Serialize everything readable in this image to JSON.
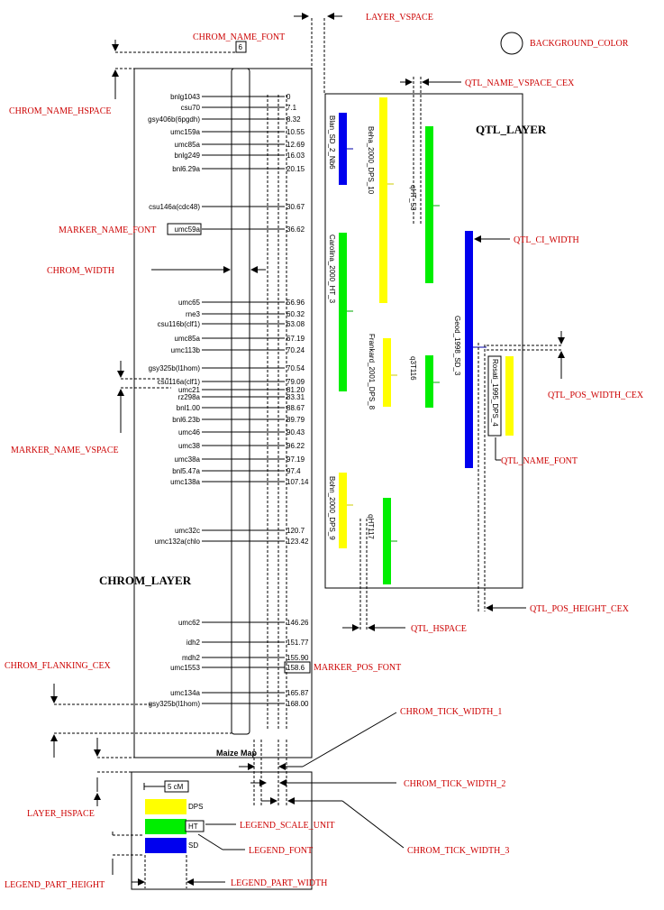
{
  "title": "Maize Map",
  "layers": {
    "chrom_layer": "CHROM_LAYER",
    "qtl_layer": "QTL_LAYER"
  },
  "chrom_name": "6",
  "markers": [
    {
      "name": "bnlg1043",
      "pos": "0"
    },
    {
      "name": "csu70",
      "pos": "7.1"
    },
    {
      "name": "gsy406b(6pgdh)",
      "pos": "8.32"
    },
    {
      "name": "umc159a",
      "pos": "10.55"
    },
    {
      "name": "umc85a",
      "pos": "12.69"
    },
    {
      "name": "bnlg249",
      "pos": "16.03"
    },
    {
      "name": "bnl6.29a",
      "pos": "20.15"
    },
    {
      "name": "csu146a(cdc48)",
      "pos": "30.67"
    },
    {
      "name": "umc59a",
      "pos": "36.62"
    },
    {
      "name": "umc65",
      "pos": "56.96"
    },
    {
      "name": "rne3",
      "pos": "60.32"
    },
    {
      "name": "csu116b(clf1)",
      "pos": "63.08"
    },
    {
      "name": "umc85a",
      "pos": "67.19"
    },
    {
      "name": "umc113b",
      "pos": "70.24"
    },
    {
      "name": "gsy325b(l1hom)",
      "pos": "70.54"
    },
    {
      "name": "csu116a(clf1)",
      "pos": "79.09"
    },
    {
      "name": "umc21",
      "pos": "81.20"
    },
    {
      "name": "rz298a",
      "pos": "83.31"
    },
    {
      "name": "bnl1.00",
      "pos": "88.67"
    },
    {
      "name": "bnl6.23b",
      "pos": "89.79"
    },
    {
      "name": "umc46",
      "pos": "90.43"
    },
    {
      "name": "umc38",
      "pos": "96.22"
    },
    {
      "name": "umc38a",
      "pos": "97.19"
    },
    {
      "name": "bnl5.47a",
      "pos": "97.4"
    },
    {
      "name": "umc138a",
      "pos": "107.14"
    },
    {
      "name": "umc32c",
      "pos": "120.7"
    },
    {
      "name": "umc132a(chlo",
      "pos": "123.42"
    },
    {
      "name": "umc62",
      "pos": "146.26"
    },
    {
      "name": "idh2",
      "pos": "151.77"
    },
    {
      "name": "mdh2",
      "pos": "155.90"
    },
    {
      "name": "umc1553",
      "pos": "158.6"
    },
    {
      "name": "umc134a",
      "pos": "165.87"
    },
    {
      "name": "gsy325b(l1hom)",
      "pos": "168.00"
    }
  ],
  "qtls": [
    {
      "name": "Blan_SD_2_Nb6",
      "color": "#0000ee"
    },
    {
      "name": "Beha_2000_DPS_10",
      "color": "#ffff00"
    },
    {
      "name": "qHT_53",
      "color": "#00ee00"
    },
    {
      "name": "Carolina_2000_HT_3",
      "color": "#00ee00"
    },
    {
      "name": "Frankard_2001_DPS_8",
      "color": "#ffff00"
    },
    {
      "name": "q3T116",
      "color": "#00ee00"
    },
    {
      "name": "Geod_1998_SD_3",
      "color": "#0000ee"
    },
    {
      "name": "Rosati_1995_DPS_4",
      "color": "#ffff00"
    },
    {
      "name": "Bohn_2000_DPS_9",
      "color": "#ffff00"
    },
    {
      "name": "qHT117",
      "color": "#00ee00"
    }
  ],
  "legend": {
    "scale": "5 cM",
    "items": [
      {
        "label": "DPS",
        "color": "#ffff00"
      },
      {
        "label": "HT",
        "color": "#00ee00"
      },
      {
        "label": "SD",
        "color": "#0000ee"
      }
    ]
  },
  "params": {
    "layer_vspace": "LAYER_VSPACE",
    "background_color": "BACKGROUND_COLOR",
    "chrom_name_font": "CHROM_NAME_FONT",
    "chrom_name_hspace": "CHROM_NAME_HSPACE",
    "qtl_name_vspace_cex": "QTL_NAME_VSPACE_CEX",
    "marker_name_font": "MARKER_NAME_FONT",
    "chrom_width": "CHROM_WIDTH",
    "qtl_ci_width": "QTL_CI_WIDTH",
    "qtl_pos_width_cex": "QTL_POS_WIDTH_CEX",
    "marker_name_vspace": "MARKER_NAME_VSPACE",
    "qtl_name_font": "QTL_NAME_FONT",
    "qtl_pos_height_cex": "QTL_POS_HEIGHT_CEX",
    "qtl_hspace": "QTL_HSPACE",
    "chrom_flanking_cex": "CHROM_FLANKING_CEX",
    "marker_pos_font": "MARKER_POS_FONT",
    "chrom_tick_width_1": "CHROM_TICK_WIDTH_1",
    "chrom_tick_width_2": "CHROM_TICK_WIDTH_2",
    "chrom_tick_width_3": "CHROM_TICK_WIDTH_3",
    "layer_hspace": "LAYER_HSPACE",
    "legend_scale_unit": "LEGEND_SCALE_UNIT",
    "legend_font": "LEGEND_FONT",
    "legend_part_height": "LEGEND_PART_HEIGHT",
    "legend_part_width": "LEGEND_PART_WIDTH"
  }
}
